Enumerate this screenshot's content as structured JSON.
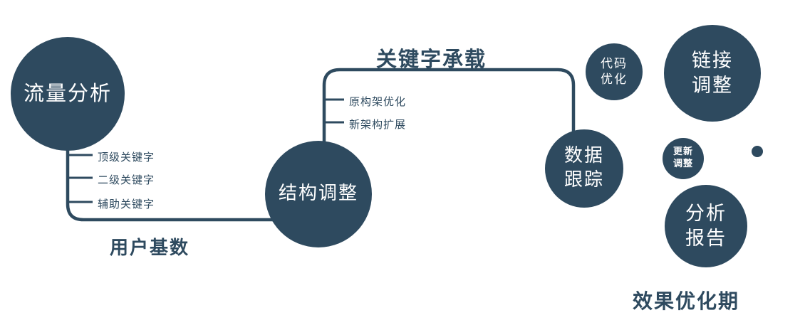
{
  "diagram": {
    "colors": {
      "primary": "#2e4a5f",
      "node_text": "#ffffff",
      "background": "#ffffff"
    },
    "nodes": {
      "traffic": {
        "label": "流量分析"
      },
      "structure": {
        "label": "结构调整"
      },
      "tracking": {
        "line1": "数据",
        "line2": "跟踪"
      },
      "code": {
        "line1": "代码",
        "line2": "优化"
      },
      "link": {
        "line1": "链接",
        "line2": "调整"
      },
      "update": {
        "line1": "更新",
        "line2": "调整"
      },
      "report": {
        "line1": "分析",
        "line2": "报告"
      }
    },
    "edge_labels": {
      "top": "关键字承载",
      "bottom": "用户基数"
    },
    "branches": {
      "traffic": [
        "顶级关键字",
        "二级关键字",
        "辅助关键字"
      ],
      "structure": [
        "原构架优化",
        "新架构扩展"
      ]
    },
    "caption": "效果优化期"
  }
}
